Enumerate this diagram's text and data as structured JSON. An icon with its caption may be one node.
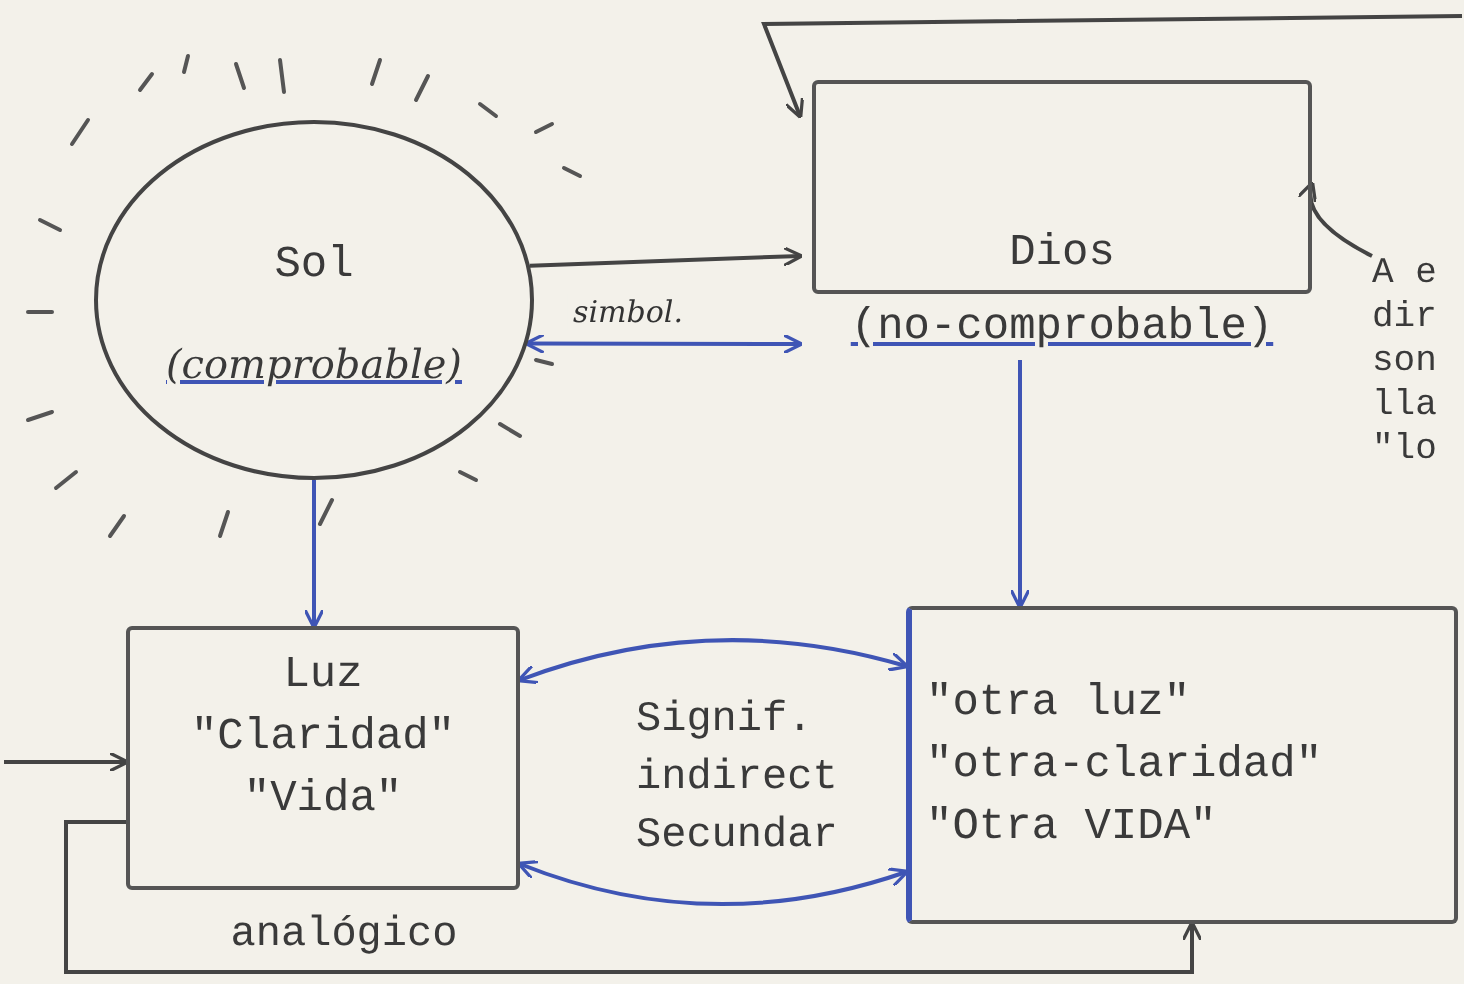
{
  "diagram": {
    "nodes": [
      {
        "text": [
          "Sol",
          "(comprobable)"
        ]
      },
      {
        "text": [
          "Dios",
          "(no-comprobable)"
        ]
      },
      {
        "text": [
          "A e dir son lla \"lo"
        ]
      },
      {
        "text": [
          "Luz",
          "\"Claridad\"",
          "\"Vida\""
        ]
      },
      {
        "text": [
          "\"otra luz\"",
          "\"otra-claridad\"",
          "\"Otra VIDA\""
        ]
      }
    ],
    "edges": [
      {
        "from": null,
        "to": 1,
        "arrow": "to",
        "color": "#444444"
      },
      {
        "from": 0,
        "to": 1,
        "arrow": "to",
        "color": "#444444"
      },
      {
        "from": 0,
        "to": 1,
        "arrow": "both",
        "label": "simbol.",
        "color": "#3f55b5"
      },
      {
        "from": 2,
        "to": 1,
        "arrow": "to",
        "color": "#444444"
      },
      {
        "from": 0,
        "to": 3,
        "arrow": "to",
        "color": "#3f55b5"
      },
      {
        "from": 1,
        "to": 4,
        "arrow": "to",
        "color": "#3f55b5"
      },
      {
        "from": 3,
        "to": 4,
        "arrow": "both",
        "color": "#3f55b5"
      },
      {
        "from": 3,
        "to": 4,
        "arrow": "both",
        "color": "#3f55b5"
      },
      {
        "from": null,
        "to": 3,
        "arrow": "to",
        "color": "#444444"
      },
      {
        "from": 3,
        "to": 4,
        "arrow": "to",
        "label": "analógico",
        "color": "#444444"
      }
    ],
    "labels": [
      "Signif. indirect Secundar"
    ]
  }
}
